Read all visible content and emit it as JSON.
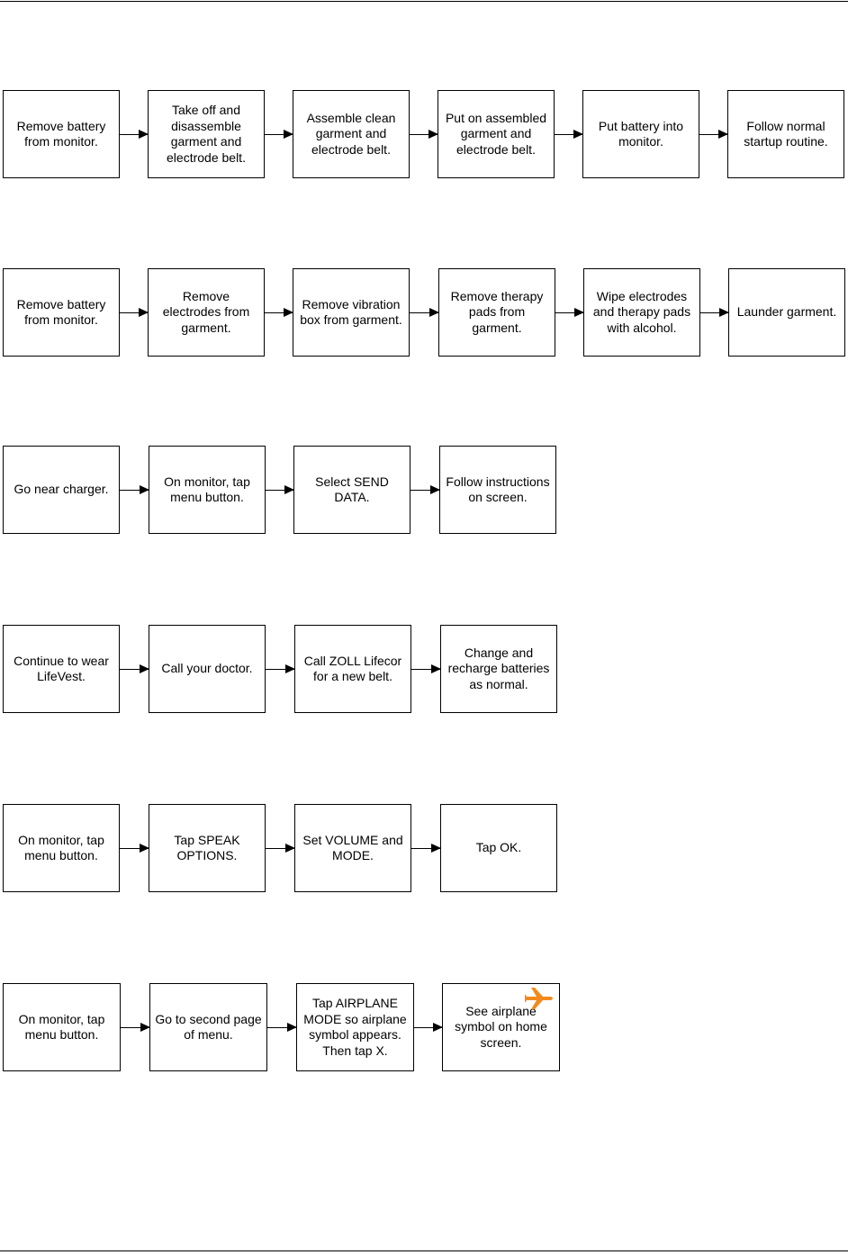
{
  "flows": [
    {
      "steps": [
        "Remove battery\nfrom monitor.",
        "Take off and\ndisassemble\ngarment and\nelectrode belt.",
        "Assemble clean\ngarment and\nelectrode belt.",
        "Put on assembled\ngarment and\nelectrode belt.",
        "Put battery into\nmonitor.",
        "Follow normal\nstartup routine."
      ]
    },
    {
      "steps": [
        "Remove battery\nfrom monitor.",
        "Remove\nelectrodes from\ngarment.",
        "Remove vibration\nbox from garment.",
        "Remove therapy\npads from\ngarment.",
        "Wipe electrodes\nand therapy pads\nwith alcohol.",
        "Launder garment."
      ]
    },
    {
      "steps": [
        "Go near charger.",
        "On monitor, tap\nmenu button.",
        "Select SEND\nDATA.",
        "Follow instructions\non screen."
      ]
    },
    {
      "steps": [
        "Continue to wear\nLifeVest.",
        "Call your doctor.",
        "Call ZOLL Lifecor\nfor a new belt.",
        "Change and\nrecharge batteries\nas normal."
      ]
    },
    {
      "steps": [
        "On monitor, tap\nmenu button.",
        "Tap SPEAK\nOPTIONS.",
        "Set VOLUME and\nMODE.",
        "Tap OK."
      ]
    },
    {
      "steps": [
        "On monitor, tap\nmenu button.",
        "Go to second page\nof menu.",
        "Tap AIRPLANE\nMODE so airplane\nsymbol appears.\nThen tap X.",
        "See airplane\nsymbol on home\nscreen."
      ],
      "icon": {
        "name": "airplane-icon",
        "color": "#f28a1e",
        "step_index": 3
      }
    }
  ]
}
